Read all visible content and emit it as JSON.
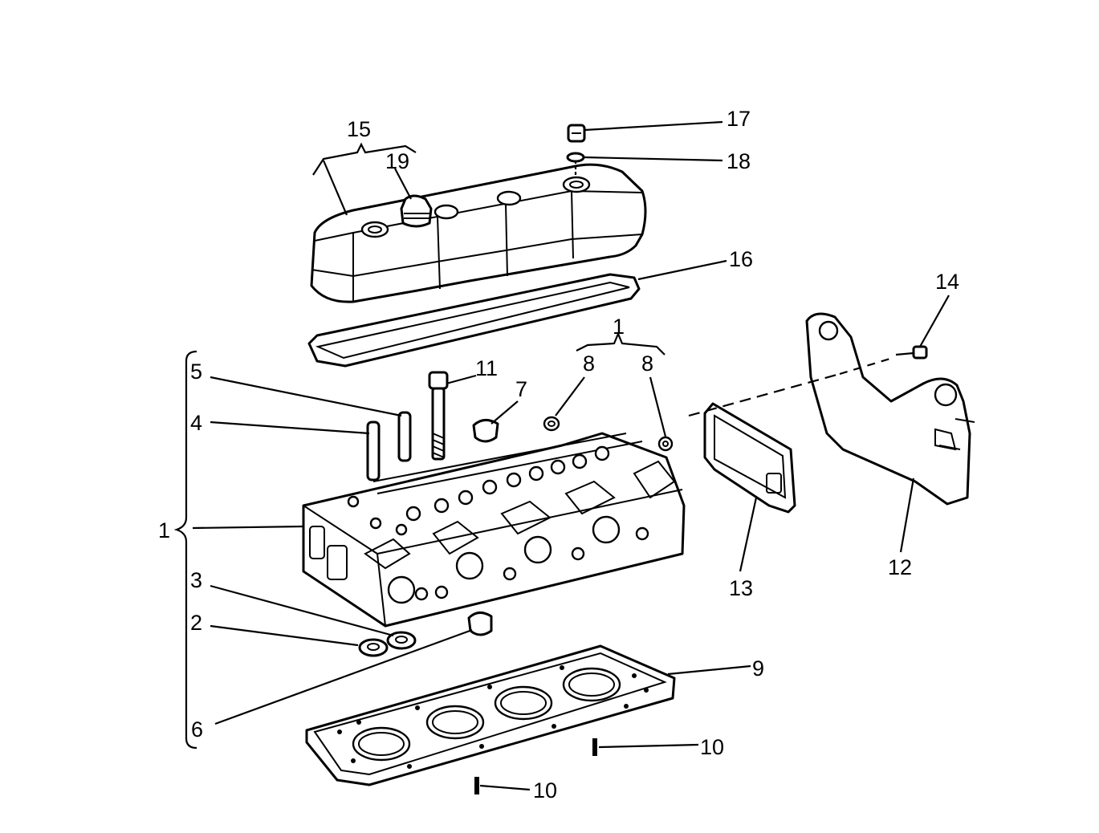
{
  "labels": {
    "p1_top": "1",
    "p1_left": "1",
    "p2": "2",
    "p3": "3",
    "p4": "4",
    "p5": "5",
    "p6": "6",
    "p7": "7",
    "p8a": "8",
    "p8b": "8",
    "p9": "9",
    "p10a": "10",
    "p10b": "10",
    "p11": "11",
    "p12": "12",
    "p13": "13",
    "p14": "14",
    "p15": "15",
    "p16": "16",
    "p17": "17",
    "p18": "18",
    "p19": "19"
  },
  "colors": {
    "line": "#000000",
    "background": "#ffffff"
  }
}
